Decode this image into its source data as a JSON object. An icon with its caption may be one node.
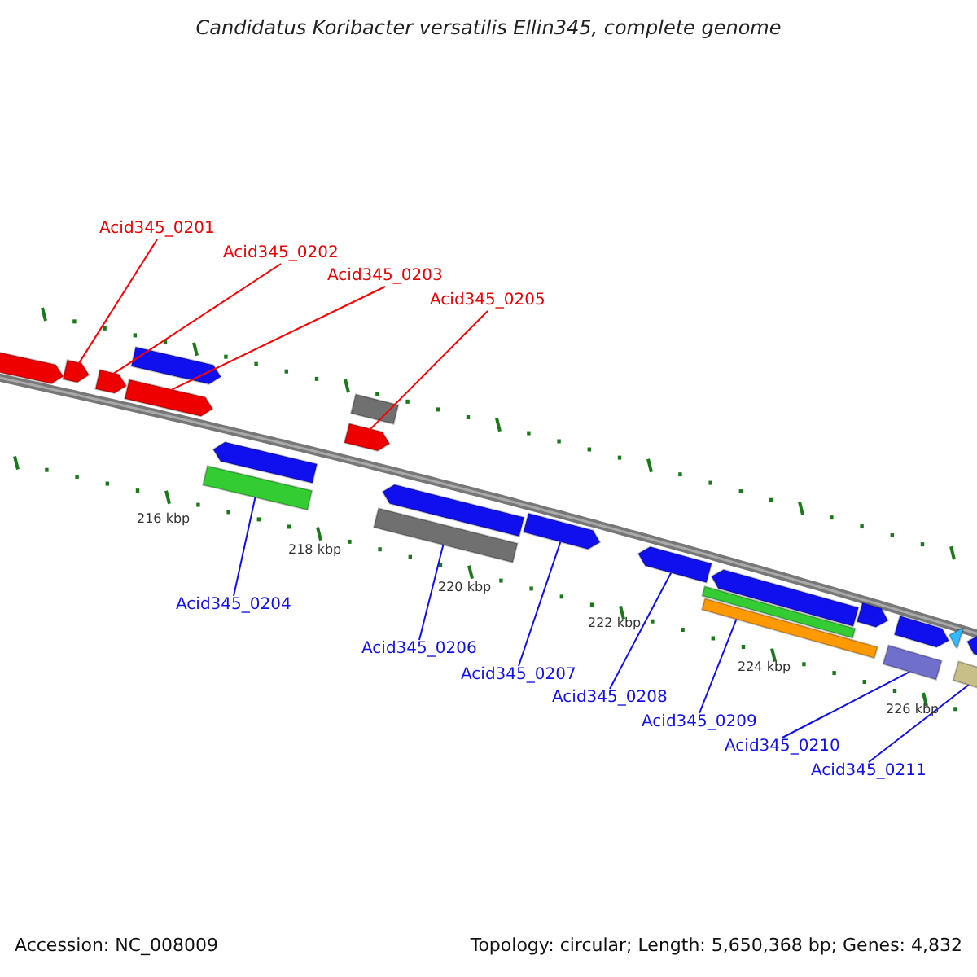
{
  "diagram": {
    "title": "Candidatus Koribacter versatilis Ellin345, complete genome",
    "nodes": [
      {
        "text": [
          "Acid345_0201"
        ]
      },
      {
        "text": [
          "Acid345_0202"
        ]
      },
      {
        "text": [
          "Acid345_0203"
        ]
      },
      {
        "text": [
          "Acid345_0205"
        ]
      },
      {
        "text": [
          "Acid345_0204"
        ]
      },
      {
        "text": [
          "Acid345_0206"
        ]
      },
      {
        "text": [
          "Acid345_0207"
        ]
      },
      {
        "text": [
          "Acid345_0208"
        ]
      },
      {
        "text": [
          "Acid345_0209"
        ]
      },
      {
        "text": [
          "Acid345_0210"
        ]
      },
      {
        "text": [
          "Acid345_0211"
        ]
      },
      {
        "text": [],
        "shape": "arrow"
      },
      {
        "text": [],
        "shape": "arrow"
      },
      {
        "text": [],
        "shape": "arrow"
      },
      {
        "text": [],
        "shape": "arrow"
      },
      {
        "text": [],
        "shape": "arrow"
      },
      {
        "text": [],
        "shape": "bar"
      },
      {
        "text": [],
        "shape": "arrow"
      },
      {
        "text": [],
        "shape": "arrow"
      },
      {
        "text": [],
        "shape": "bar"
      },
      {
        "text": [],
        "shape": "bar"
      },
      {
        "text": [],
        "shape": "arrow"
      },
      {
        "text": [],
        "shape": "arrow"
      },
      {
        "text": [],
        "shape": "arrow"
      },
      {
        "text": [],
        "shape": "bar"
      },
      {
        "text": [],
        "shape": "bar"
      },
      {
        "text": [],
        "shape": "arrow"
      },
      {
        "text": [],
        "shape": "arrow"
      },
      {
        "text": [],
        "shape": "bar"
      },
      {
        "text": [],
        "shape": "arrow"
      },
      {
        "text": [],
        "shape": "arrow"
      },
      {
        "text": [],
        "shape": "bar"
      },
      {
        "text": [],
        "shape": "arrow"
      }
    ],
    "edges": [
      {
        "from": 0,
        "to": 12,
        "arrow": "none",
        "color": "#ff0000"
      },
      {
        "from": 1,
        "to": 13,
        "arrow": "none",
        "color": "#ff0000"
      },
      {
        "from": 2,
        "to": 14,
        "arrow": "none",
        "color": "#ff0000"
      },
      {
        "from": 3,
        "to": 18,
        "arrow": "none",
        "color": "#ff0000"
      },
      {
        "from": 4,
        "to": 16,
        "arrow": "none"
      },
      {
        "from": 5,
        "to": 20,
        "arrow": "none"
      },
      {
        "from": 6,
        "to": 22,
        "arrow": "none"
      },
      {
        "from": 7,
        "to": 23,
        "arrow": "none"
      },
      {
        "from": 8,
        "to": 25,
        "arrow": "none"
      },
      {
        "from": 9,
        "to": 28,
        "arrow": "none"
      },
      {
        "from": 10,
        "to": 31,
        "arrow": "none"
      }
    ],
    "labels": [
      "216 kbp",
      "218 kbp",
      "220 kbp",
      "222 kbp",
      "224 kbp",
      "226 kbp",
      "Accession: NC_008009",
      "Topology: circular; Length: 5,650,368 bp; Genes: 4,832"
    ]
  }
}
